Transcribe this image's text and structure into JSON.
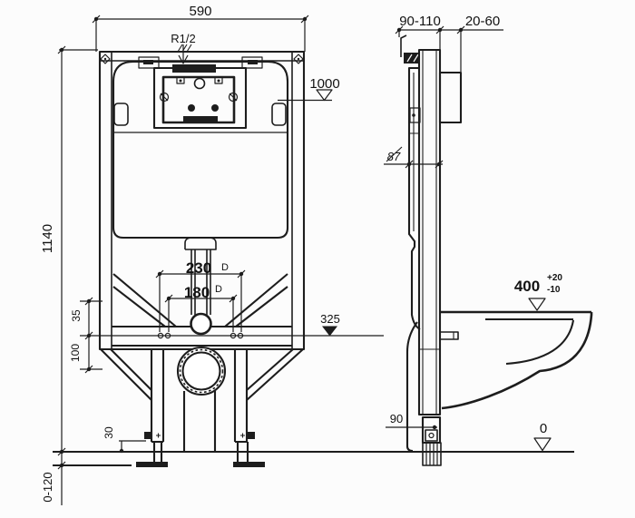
{
  "drawing": {
    "title": "concealed-cistern-frame-installation-drawing",
    "colors": {
      "line": "#1d1d1d",
      "text": "#121212",
      "background": "#fcfcfc"
    },
    "front_view": {
      "top_width": "590",
      "supply_thread": "R1/2",
      "overall_height": "1140",
      "level_top": "1000",
      "bolt_spacing_outer": "230",
      "bolt_spacing_inner": "180",
      "bolt_hole_label": "D",
      "offset_outlet": "35",
      "offset_drain": "100",
      "foot_offset": "30",
      "level_mid": "325",
      "floor_adjust_range": "0-120"
    },
    "side_view": {
      "frame_depth_range": "90-110",
      "wall_finish_range": "20-60",
      "depth_note": "87",
      "bowl_height": "400",
      "bowl_height_tol_plus": "+20",
      "bowl_height_tol_minus": "-10",
      "outlet_note": "90",
      "floor_level": "0"
    }
  }
}
